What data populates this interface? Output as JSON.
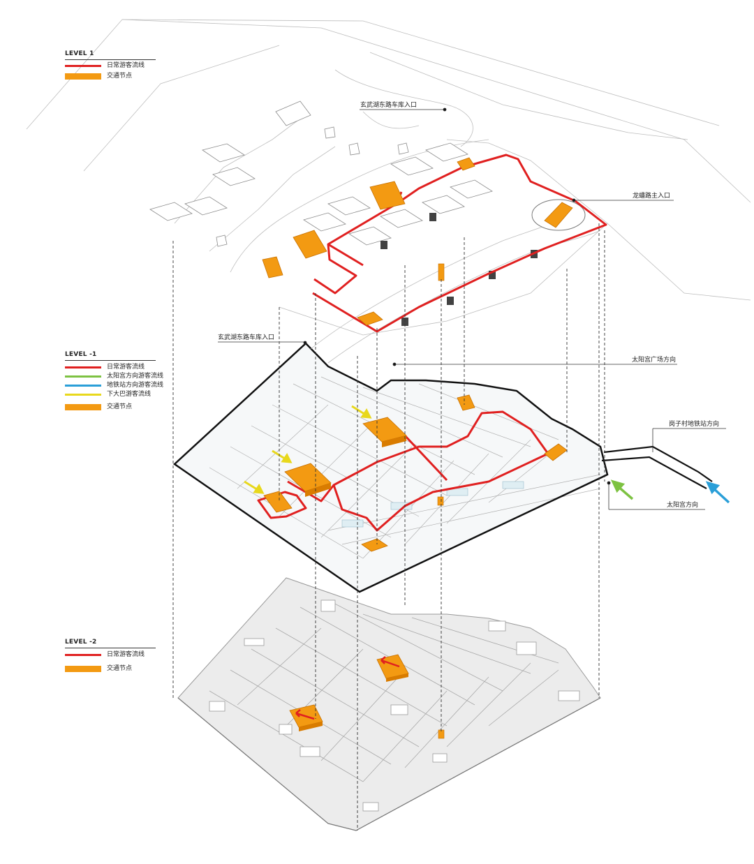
{
  "colors": {
    "daily_route": "#e02020",
    "sun_palace_route": "#7dc242",
    "metro_route": "#2a9fd8",
    "bus_route": "#e8d81c",
    "transport_node": "#f39a12",
    "outline": "#111111",
    "linework": "#b8b8b8",
    "level2_fill": "#ececec"
  },
  "legend_level1": {
    "title": "LEVEL 1",
    "items": [
      {
        "label": "日常游客流线",
        "type": "line",
        "color_key": "daily_route"
      },
      {
        "label": "交通节点",
        "type": "box",
        "color_key": "transport_node"
      }
    ]
  },
  "legend_level_minus1": {
    "title": "LEVEL -1",
    "items": [
      {
        "label": "日常游客流线",
        "type": "line",
        "color_key": "daily_route"
      },
      {
        "label": "太阳宫方向游客流线",
        "type": "line",
        "color_key": "sun_palace_route"
      },
      {
        "label": "地铁站方向游客流线",
        "type": "line",
        "color_key": "metro_route"
      },
      {
        "label": "下大巴游客流线",
        "type": "line",
        "color_key": "bus_route"
      },
      {
        "label": "交通节点",
        "type": "box",
        "color_key": "transport_node"
      }
    ]
  },
  "legend_level_minus2": {
    "title": "LEVEL -2",
    "items": [
      {
        "label": "日常游客流线",
        "type": "line",
        "color_key": "daily_route"
      },
      {
        "label": "交通节点",
        "type": "box",
        "color_key": "transport_node"
      }
    ]
  },
  "annotations": {
    "xuanwu_garage_entrance_l1": "玄武湖东路车库入口",
    "longfan_main_entrance": "龙蟠路主入口",
    "xuanwu_garage_entrance_b1": "玄武湖东路车库入口",
    "sun_palace_square_direction": "太阳宫广场方向",
    "gangzicun_metro_direction": "岗子村地铁站方向",
    "sun_palace_direction": "太阳宫方向"
  }
}
